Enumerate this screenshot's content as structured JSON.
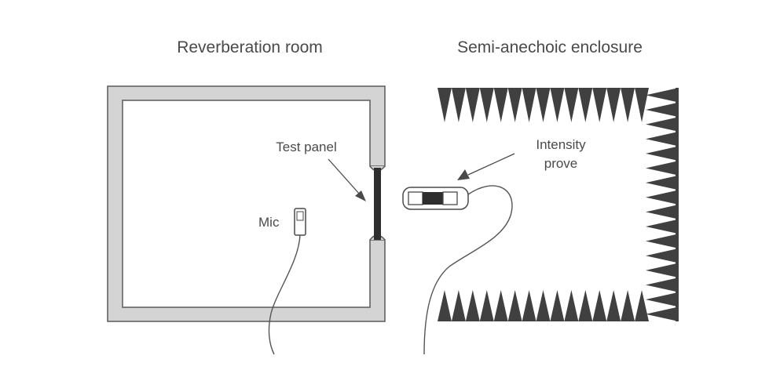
{
  "titles": {
    "reverberation_room": "Reverberation room",
    "semi_anechoic": "Semi-anechoic enclosure"
  },
  "labels": {
    "test_panel": "Test panel",
    "intensity_line1": "Intensity",
    "intensity_line2": "prove",
    "mic": "Mic"
  },
  "colors": {
    "wall_fill": "#d4d4d4",
    "wall_stroke": "#5a5a5a",
    "wedge_fill": "#404040",
    "panel_fill": "#2e2e2e",
    "text": "#4a4a4a",
    "cable": "#555555"
  }
}
